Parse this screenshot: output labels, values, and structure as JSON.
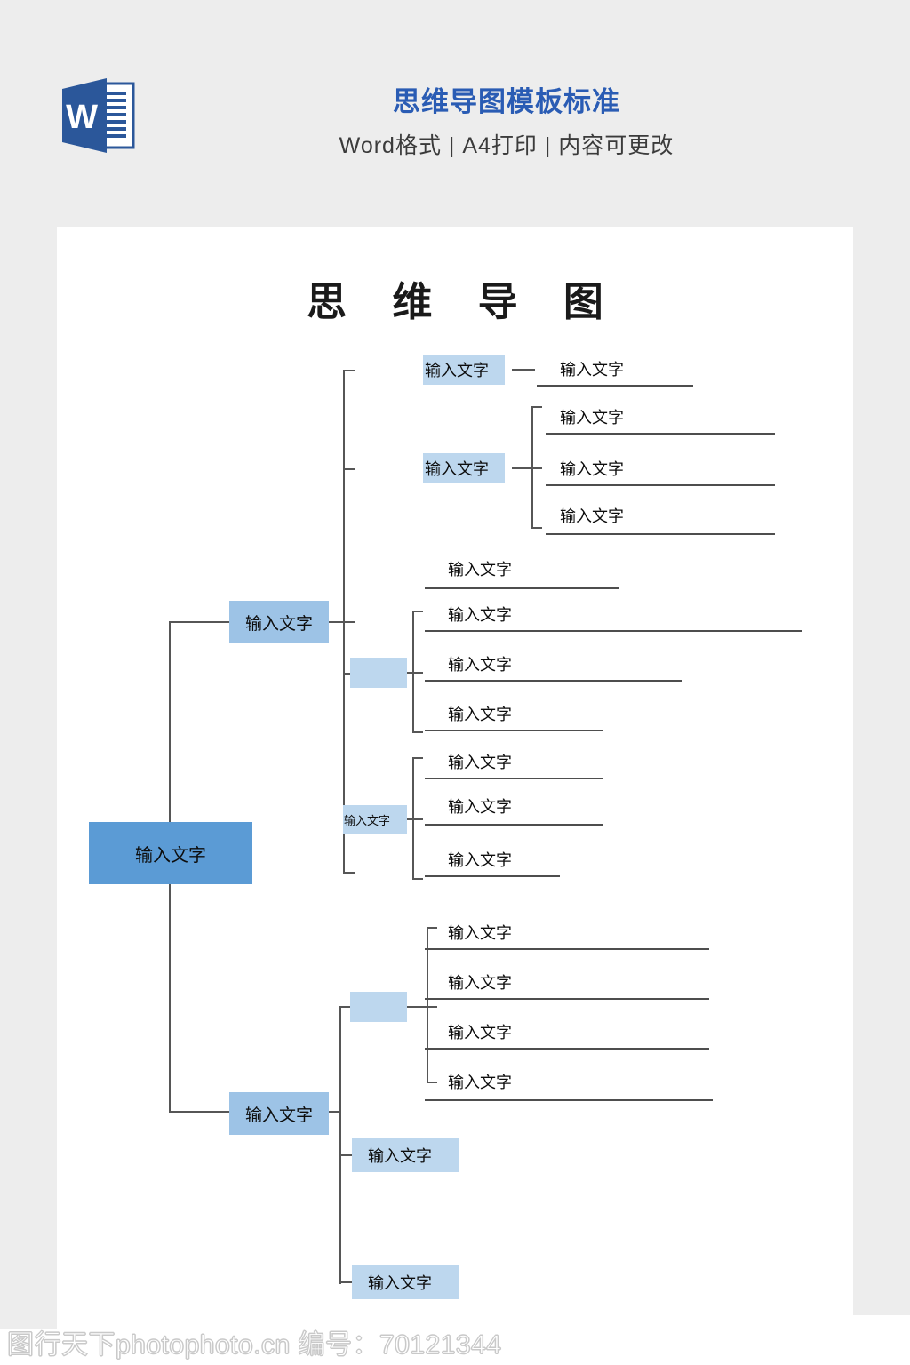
{
  "header": {
    "logo_icon": "word-logo-icon",
    "title": "思维导图模板标准",
    "subtitle": "Word格式 | A4打印 | 内容可更改"
  },
  "document": {
    "title": "思 维 导 图"
  },
  "colors": {
    "brand_blue": "#2a5cb4",
    "root_node": "#5b9bd5",
    "branch_node": "#9dc3e6",
    "leaf_node": "#bdd7ee",
    "connector": "#565656",
    "rule": "#4e4e4e",
    "page_background": "#ededed",
    "canvas": "#ffffff"
  },
  "mindmap": {
    "root": {
      "label": "输入文字"
    },
    "branches": [
      {
        "label": "输入文字",
        "children": [
          {
            "label": "输入文字",
            "leaves": [
              {
                "label": "输入文字"
              }
            ]
          },
          {
            "label": "输入文字",
            "leaves": [
              {
                "label": "输入文字"
              },
              {
                "label": "输入文字"
              },
              {
                "label": "输入文字"
              }
            ]
          },
          {
            "label": "输入文字",
            "leaves": []
          },
          {
            "label": "",
            "leaves": [
              {
                "label": "输入文字"
              },
              {
                "label": "输入文字"
              },
              {
                "label": "输入文字"
              }
            ]
          },
          {
            "label": "输入文字",
            "leaves": [
              {
                "label": "输入文字"
              },
              {
                "label": "输入文字"
              },
              {
                "label": "输入文字"
              }
            ]
          }
        ]
      },
      {
        "label": "输入文字",
        "children": [
          {
            "label": "",
            "leaves": [
              {
                "label": "输入文字"
              },
              {
                "label": "输入文字"
              },
              {
                "label": "输入文字"
              },
              {
                "label": "输入文字"
              }
            ]
          },
          {
            "label": "输入文字",
            "leaves": []
          },
          {
            "label": "输入文字",
            "leaves": []
          }
        ]
      }
    ]
  },
  "footer": {
    "watermark": "图行天下photophoto.cn 编号：70121344"
  }
}
